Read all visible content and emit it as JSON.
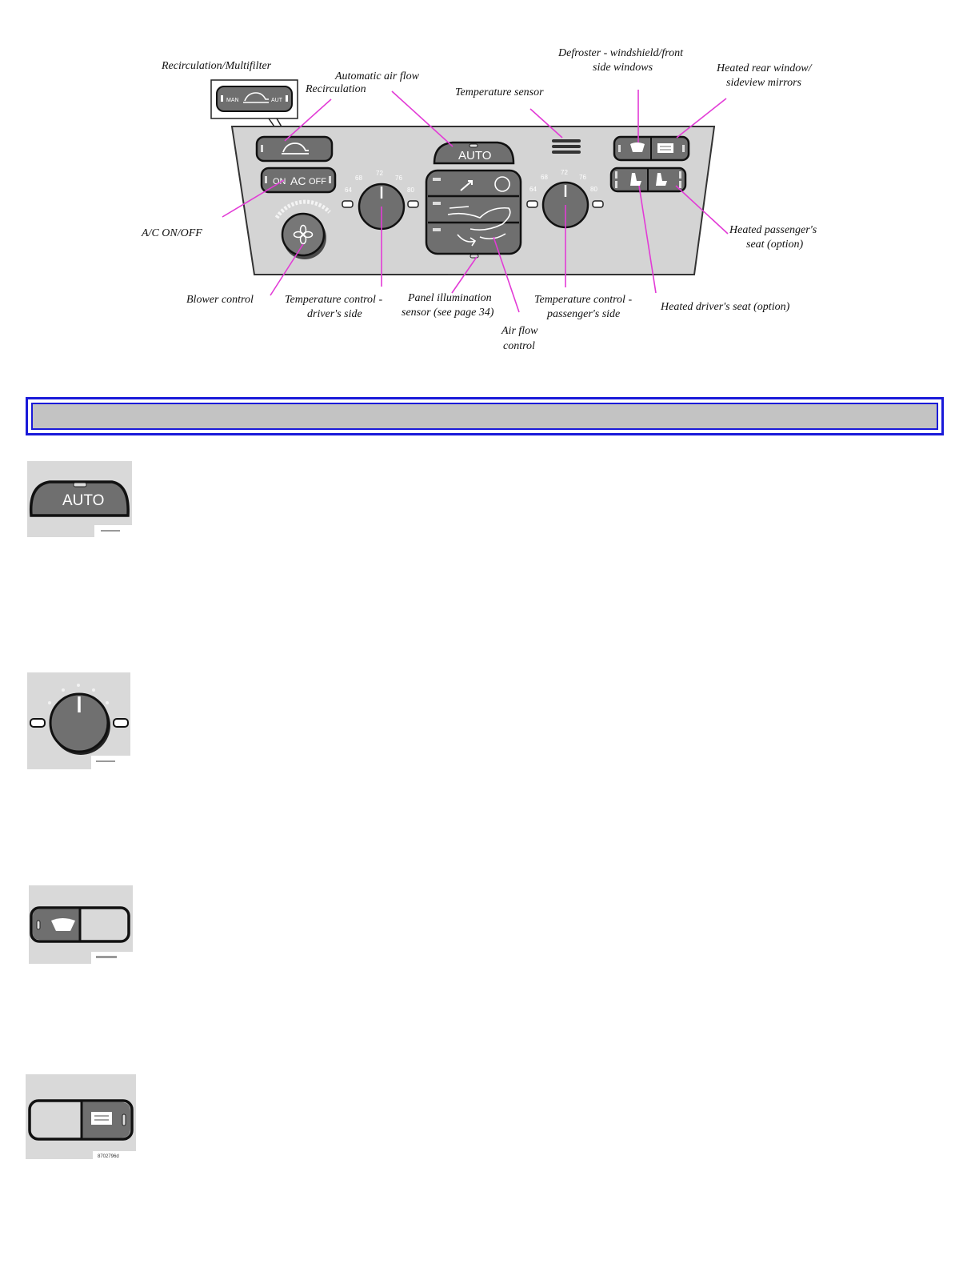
{
  "diagram": {
    "labels": {
      "recirc_multifilter": "Recirculation/Multifilter",
      "recirculation": "Recirculation",
      "auto_air_flow": "Automatic air flow",
      "temp_sensor": "Temperature sensor",
      "defroster_l1": "Defroster - windshield/front",
      "defroster_l2": "side windows",
      "heated_rear_l1": "Heated rear window/",
      "heated_rear_l2": "sideview mirrors",
      "ac_onoff": "A/C ON/OFF",
      "heated_pass_l1": "Heated passenger's",
      "heated_pass_l2": "seat (option)",
      "blower": "Blower control",
      "temp_driver_l1": "Temperature control -",
      "temp_driver_l2": "driver's side",
      "panel_illum_l1": "Panel illumination",
      "panel_illum_l2": "sensor (see page 34)",
      "temp_pass_l1": "Temperature control -",
      "temp_pass_l2": "passenger's side",
      "heated_driver": "Heated driver's seat (option)",
      "air_flow_l1": "Air flow",
      "air_flow_l2": "control"
    },
    "panel_text": {
      "auto": "AUTO",
      "man": "MAN",
      "aut": "AUT",
      "ac_on": "ON",
      "ac": "AC",
      "ac_off": "OFF",
      "dial_64": "64",
      "dial_68": "68",
      "dial_72": "72",
      "dial_76": "76",
      "dial_80": "80"
    }
  },
  "thumbnails": {
    "auto_button_text": "AUTO",
    "rear_window_code": "8702796d"
  },
  "colors": {
    "leader": "#e23bd6",
    "section_border": "#1a1ad9",
    "section_fill": "#c3c3c3",
    "panel": "#d4d4d4",
    "control": "#6f6f6f"
  }
}
